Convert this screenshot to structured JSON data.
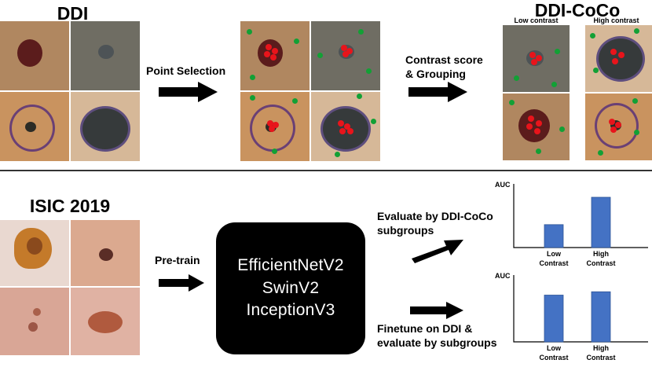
{
  "top": {
    "ddi_title": "DDI",
    "cocos_title": "DDI-CoCo",
    "low_contrast_label": "Low contrast",
    "high_contrast_label": "High contrast",
    "step1_label": "Point Selection",
    "step2_label_line1": "Contrast score",
    "step2_label_line2": "& Grouping"
  },
  "bottom": {
    "isic_title": "ISIC 2019",
    "pretrain_label": "Pre-train",
    "models": [
      "EfficientNetV2",
      "SwinV2",
      "InceptionV3"
    ],
    "evaluate_label_line1": "Evaluate by DDI-CoCo",
    "evaluate_label_line2": "subgroups",
    "finetune_label_line1": "Finetune on DDI &",
    "finetune_label_line2": "evaluate by subgroups"
  },
  "chart_data": [
    {
      "type": "bar",
      "ylabel": "AUC",
      "categories": [
        "Low\nContrast",
        "High\nContrast"
      ],
      "values": [
        0.36,
        0.79
      ],
      "ylim": [
        0,
        1
      ],
      "color": "#4472c4"
    },
    {
      "type": "bar",
      "ylabel": "AUC",
      "categories": [
        "Low\nContrast",
        "High\nContrast"
      ],
      "values": [
        0.7,
        0.75
      ],
      "ylim": [
        0,
        1
      ],
      "color": "#4472c4"
    }
  ]
}
